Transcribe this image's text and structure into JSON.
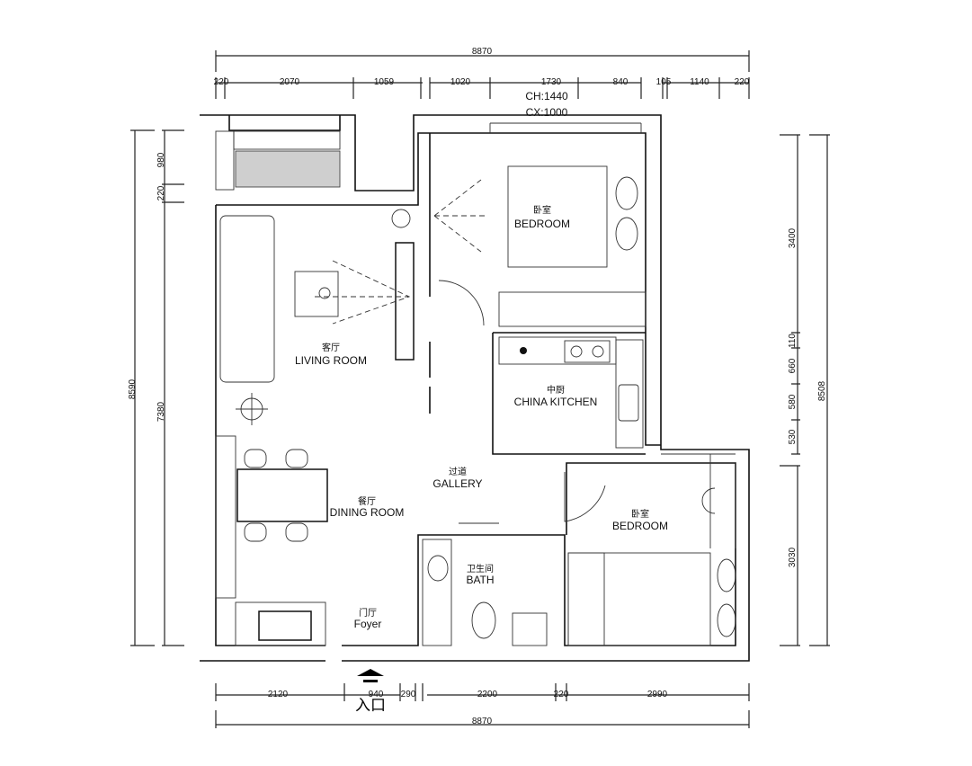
{
  "dimensions": {
    "top_total": "8870",
    "top": [
      "220",
      "2070",
      "1059",
      "1020",
      "1730",
      "840",
      "105",
      "1140",
      "220"
    ],
    "window_height": "CH:1440",
    "window_width": "CX:1000",
    "left_total": "8590",
    "left": [
      "980",
      "220",
      "7380"
    ],
    "right_total": "8508",
    "right": [
      "3400",
      "110",
      "660",
      "580",
      "530",
      "3030"
    ],
    "bottom": [
      "2120",
      "940",
      "290",
      "2200",
      "220",
      "2990"
    ],
    "bottom_total": "8870"
  },
  "rooms": {
    "living": {
      "cn": "客厅",
      "en": "LIVING ROOM"
    },
    "bedroom1": {
      "cn": "卧室",
      "en": "BEDROOM"
    },
    "kitchen": {
      "cn": "中厨",
      "en": "CHINA KITCHEN"
    },
    "gallery": {
      "cn": "过道",
      "en": "GALLERY"
    },
    "dining": {
      "cn": "餐厅",
      "en": "DINING ROOM"
    },
    "bedroom2": {
      "cn": "卧室",
      "en": "BEDROOM"
    },
    "bath": {
      "cn": "卫生间",
      "en": "BATH"
    },
    "foyer": {
      "cn": "门厅",
      "en": "Foyer"
    }
  },
  "entrance": "入口"
}
